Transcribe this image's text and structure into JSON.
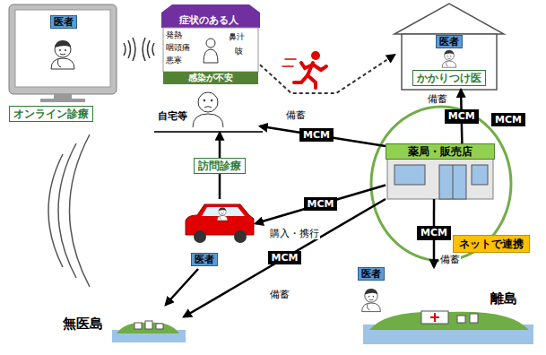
{
  "diagram": {
    "nodes": [
      {
        "text": [
          "医者",
          "オンライン診療"
        ]
      },
      {
        "text": [
          "症状のある人",
          "自宅等"
        ]
      },
      {
        "text": [
          "感染が不安"
        ],
        "in": 1
      },
      {
        "text": [
          "医者",
          "かかりつけ医"
        ]
      },
      {
        "text": [
          "薬局・販売店"
        ]
      },
      {
        "text": [
          "ネットで連携"
        ]
      },
      {
        "text": [
          "医者"
        ]
      },
      {
        "text": [
          "無医島"
        ]
      },
      {
        "text": [
          "医者",
          "離島"
        ]
      }
    ],
    "edges": [
      {
        "from": 4,
        "to": 1,
        "label": "MCM",
        "arrow": "to"
      },
      {
        "from": 4,
        "to": 3,
        "label": "MCM",
        "arrow": "to"
      },
      {
        "from": 4,
        "to": 6,
        "label": "MCM",
        "arrow": "to"
      },
      {
        "from": 4,
        "to": 7,
        "label": "MCM",
        "arrow": "to"
      },
      {
        "from": 4,
        "to": 8,
        "label": "MCM",
        "arrow": "to"
      },
      {
        "from": 6,
        "to": 1,
        "label": "訪問診療",
        "arrow": "to"
      },
      {
        "from": 6,
        "to": 7,
        "arrow": "to"
      },
      {
        "from": 1,
        "to": 3,
        "arrow": "to"
      }
    ],
    "labels": [
      "発熱",
      "咽頭痛",
      "悪寒",
      "鼻汁",
      "咳",
      "備蓄",
      "備蓄",
      "購入・携行",
      "備蓄",
      "備蓄",
      "MCM"
    ]
  }
}
